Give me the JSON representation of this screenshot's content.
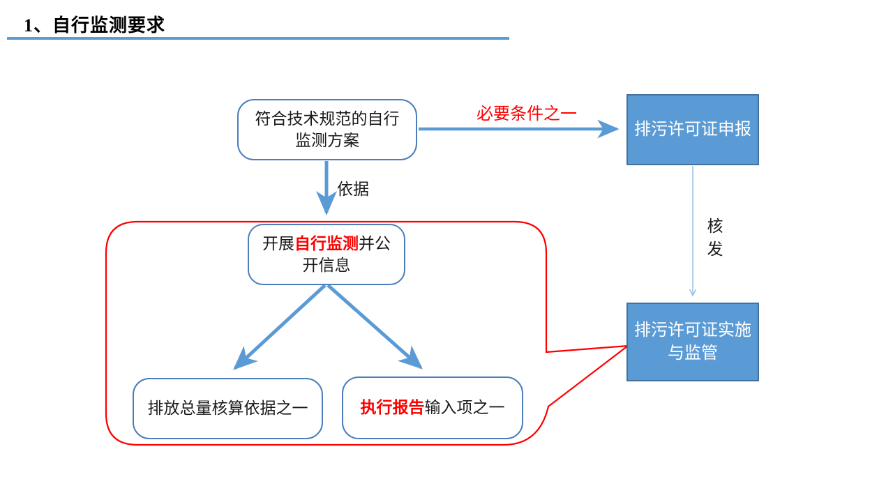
{
  "title": {
    "text": "1、自行监测要求"
  },
  "colors": {
    "accent_blue": "#5b9bd5",
    "box_border_blue": "#4a7ebb",
    "blue_box_border": "#41719c",
    "light_blue_arrow": "#9dc3e6",
    "highlight_red": "#ff0000"
  },
  "nodes": {
    "plan": {
      "label": "符合技术规范的自行监测方案"
    },
    "carry_out": {
      "prefix": "开展",
      "highlight": "自行监测",
      "suffix": "并公开信息"
    },
    "total_accounting": {
      "label": "排放总量核算依据之一"
    },
    "execution_report": {
      "highlight": "执行报告",
      "suffix": "输入项之一"
    },
    "permit_application": {
      "label": "排污许可证申报"
    },
    "permit_implementation": {
      "label": "排污许可证实施与监管"
    }
  },
  "edge_labels": {
    "necessary_condition": "必要条件之一",
    "basis": "依据",
    "issue": "核发"
  }
}
